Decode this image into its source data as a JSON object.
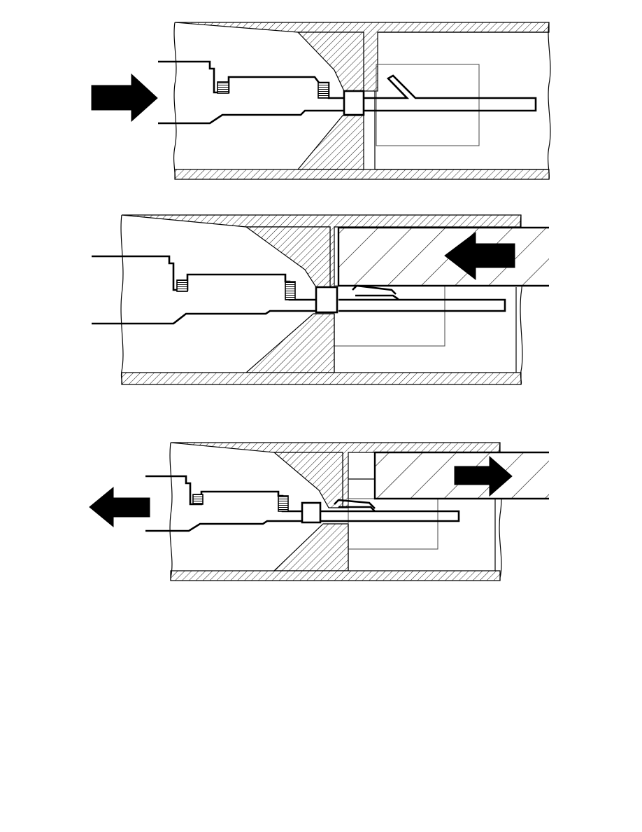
{
  "figure": {
    "panels": [
      {
        "id": "panel-1",
        "step": "insert-contact",
        "arrow": "right-pointing-arrow-icon"
      },
      {
        "id": "panel-2",
        "step": "insert-release-tool",
        "arrow": "left-pointing-arrow-icon"
      },
      {
        "id": "panel-3",
        "step": "remove-contact",
        "arrows": [
          "left-pointing-arrow-icon",
          "right-pointing-arrow-icon"
        ]
      }
    ],
    "colors": {
      "ink": "#000000",
      "paper": "#ffffff"
    }
  }
}
